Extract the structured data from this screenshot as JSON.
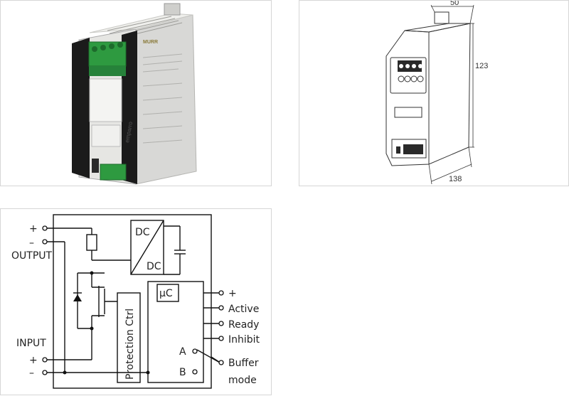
{
  "photo": {
    "brand_text": "MURR",
    "side_text": "emparro",
    "device_colors": {
      "housing": "#d9d9d7",
      "side": "#1b1b1b",
      "terminal": "#2e9a40"
    }
  },
  "drawing": {
    "width_dim": "50",
    "height_dim": "123",
    "depth_dim": "138"
  },
  "schematic": {
    "output_label": "OUTPUT",
    "input_label": "INPUT",
    "plus": "+",
    "minus": "–",
    "dc_top": "DC",
    "dc_bottom": "DC",
    "uc_label": "µC",
    "protection_label": "Protection Ctrl",
    "sig_plus": "+",
    "sig_active": "Active",
    "sig_ready": "Ready",
    "sig_inhibit": "Inhibit",
    "switch_a": "A",
    "switch_b": "B",
    "buffer_label_1": "Buffer",
    "buffer_label_2": "mode"
  }
}
